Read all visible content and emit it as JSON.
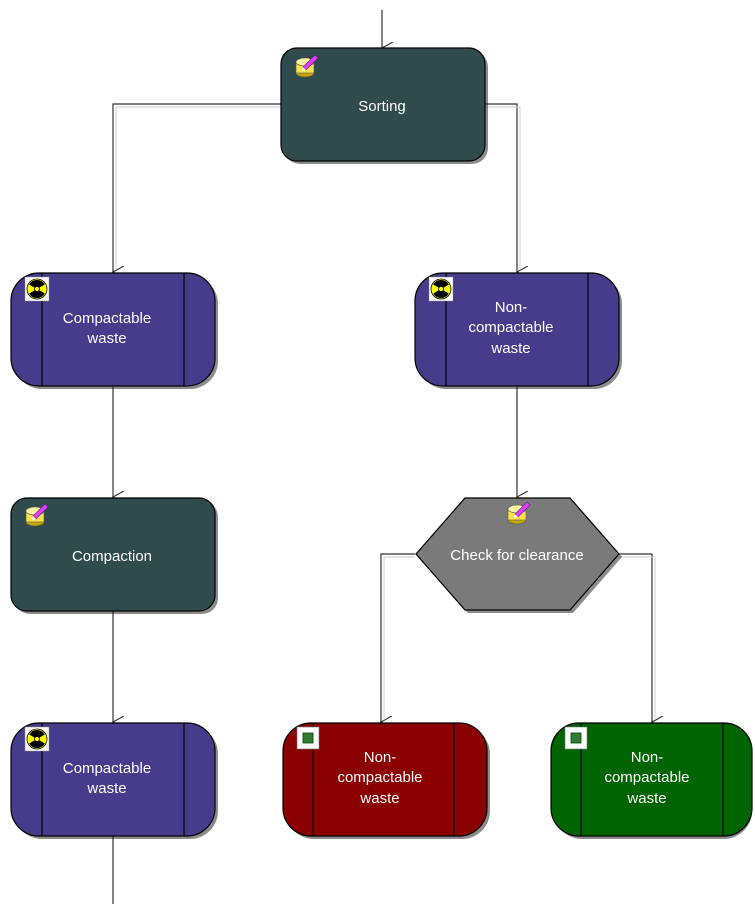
{
  "nodes": {
    "sorting": {
      "label": "Sorting",
      "type": "function",
      "icon": "software-tool-icon"
    },
    "compactable_waste_1": {
      "label_lines": [
        "Compactable",
        "waste"
      ],
      "type": "radioactive-material",
      "icon": "radiation-icon"
    },
    "non_compactable_waste": {
      "label_lines": [
        "Non-",
        "compactable",
        "waste"
      ],
      "type": "radioactive-material",
      "icon": "radiation-icon"
    },
    "compaction": {
      "label": "Compaction",
      "type": "function",
      "icon": "software-tool-icon"
    },
    "check_for_clearance": {
      "label": "Check for clearance",
      "type": "decision",
      "icon": "software-tool-icon"
    },
    "compactable_waste_2": {
      "label_lines": [
        "Compactable",
        "waste"
      ],
      "type": "radioactive-material",
      "icon": "radiation-icon"
    },
    "non_compactable_waste_red": {
      "label_lines": [
        "Non-",
        "compactable",
        "waste"
      ],
      "type": "material-rejected",
      "icon": "status-square-icon"
    },
    "non_compactable_waste_green": {
      "label_lines": [
        "Non-",
        "compactable",
        "waste"
      ],
      "type": "material-cleared",
      "icon": "status-square-icon"
    }
  },
  "colors": {
    "function": "#2f4b4b",
    "material": "#473c8b",
    "decision": "#7a7a7a",
    "rejected": "#8b0000",
    "cleared": "#006400",
    "connector": "#333333",
    "radiation_yellow": "#ffff00"
  }
}
